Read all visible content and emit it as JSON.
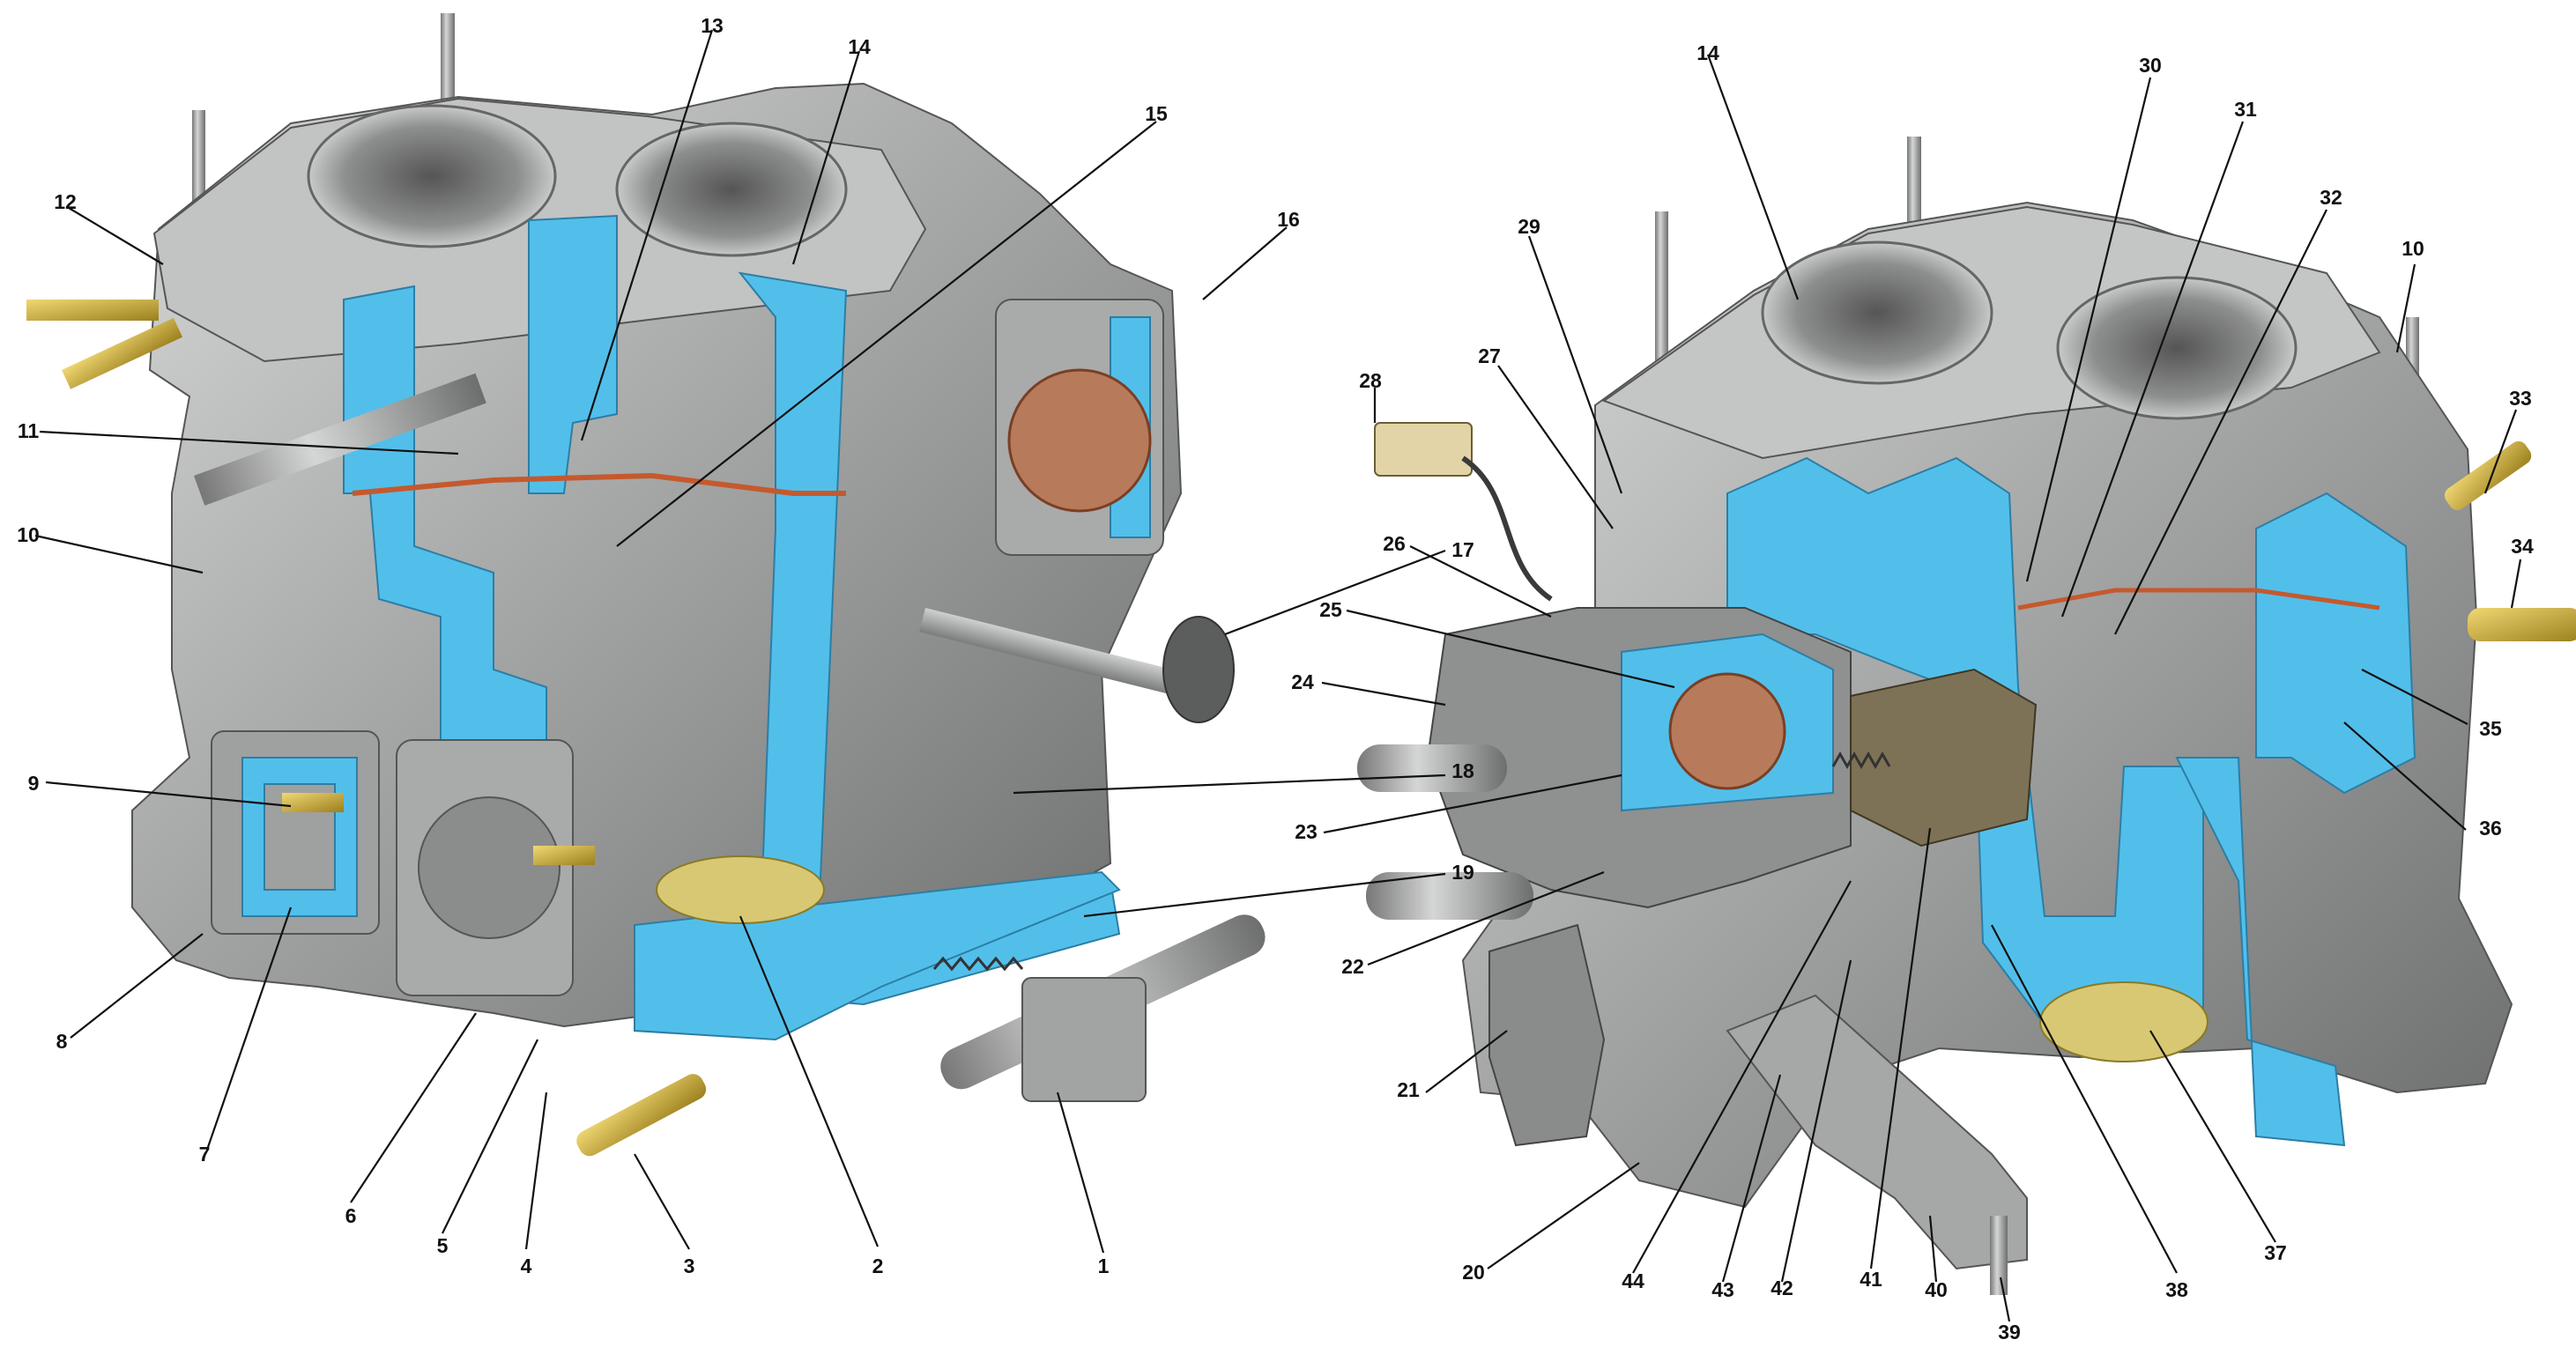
{
  "diagram": {
    "left_labels": [
      "1",
      "2",
      "3",
      "4",
      "5",
      "6",
      "7",
      "8",
      "9",
      "10",
      "11",
      "12",
      "13",
      "14",
      "15",
      "16",
      "17",
      "18",
      "19"
    ],
    "right_labels": [
      "14",
      "10",
      "20",
      "21",
      "22",
      "23",
      "24",
      "25",
      "26",
      "27",
      "28",
      "29",
      "30",
      "31",
      "32",
      "33",
      "34",
      "35",
      "36",
      "37",
      "38",
      "39",
      "40",
      "41",
      "42",
      "43",
      "44"
    ]
  },
  "colors": {
    "cutaway": "#52bfea",
    "metal": "#a3a4a4",
    "metal_light": "#d4d5d5",
    "metal_dark": "#5c5d5d",
    "brass": "#c9ac3c",
    "gasket": "#c5592d",
    "bakelite": "#7d7256"
  }
}
